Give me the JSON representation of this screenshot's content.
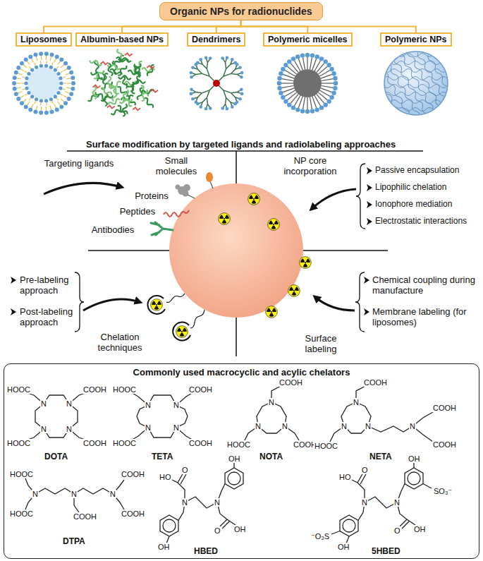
{
  "diagram": {
    "nodes": [
      {
        "text": [
          "Organic NPs for radionuclides"
        ]
      },
      {
        "text": [
          "Liposomes"
        ]
      },
      {
        "text": [
          "Albumin-based NPs"
        ]
      },
      {
        "text": [
          "Dendrimers"
        ]
      },
      {
        "text": [
          "Polymeric micelles"
        ]
      },
      {
        "text": [
          "Polymeric NPs"
        ]
      },
      {
        "text": [
          "Commonly used macrocyclic and acylic chelators"
        ]
      }
    ],
    "edges": [
      {
        "from": 0,
        "to": 1,
        "arrow": "none"
      },
      {
        "from": 0,
        "to": 2,
        "arrow": "none"
      },
      {
        "from": 0,
        "to": 3,
        "arrow": "none"
      },
      {
        "from": 0,
        "to": 4,
        "arrow": "none"
      },
      {
        "from": 0,
        "to": 5,
        "arrow": "none"
      }
    ],
    "labels": [
      "Surface modification by targeted ligands and radiolabeling approaches",
      "Targeting ligands",
      "Small molecules",
      "Proteins",
      "Peptides",
      "Antibodies",
      "NP core incorporation",
      "Passive encapsulation",
      "Lipophilic chelation",
      "Ionophore mediation",
      "Electrostatic interactions",
      "Pre-labeling approach",
      "Post-labeling approach",
      "Chelation techniques",
      "Chemical coupling during manufacture",
      "Membrane labeling (for liposomes)",
      "Surface labeling",
      "HOOC",
      "COOH",
      "HOOC",
      "COOH",
      "N",
      "N",
      "N",
      "N",
      "DOTA",
      "HOOC",
      "COOH",
      "HOOC",
      "COOH",
      "N",
      "N",
      "N",
      "N",
      "TETA",
      "COOH",
      "HOOC",
      "COOH",
      "N",
      "N",
      "N",
      "NOTA",
      "COOH",
      "HOOC",
      "COOH",
      "COOH",
      "N",
      "N",
      "N",
      "N",
      "NETA",
      "HOOC",
      "HOOC",
      "COOH",
      "COOH",
      "COOH",
      "N",
      "N",
      "N",
      "DTPA",
      "OH",
      "HO",
      "O",
      "N",
      "N",
      "O",
      "OH",
      "OH",
      "HBED",
      "OH",
      "HO",
      "O",
      "SO₃⁻",
      "N",
      "N",
      "O",
      "OH",
      "⁻O₃S",
      "OH",
      "5HBED"
    ]
  }
}
